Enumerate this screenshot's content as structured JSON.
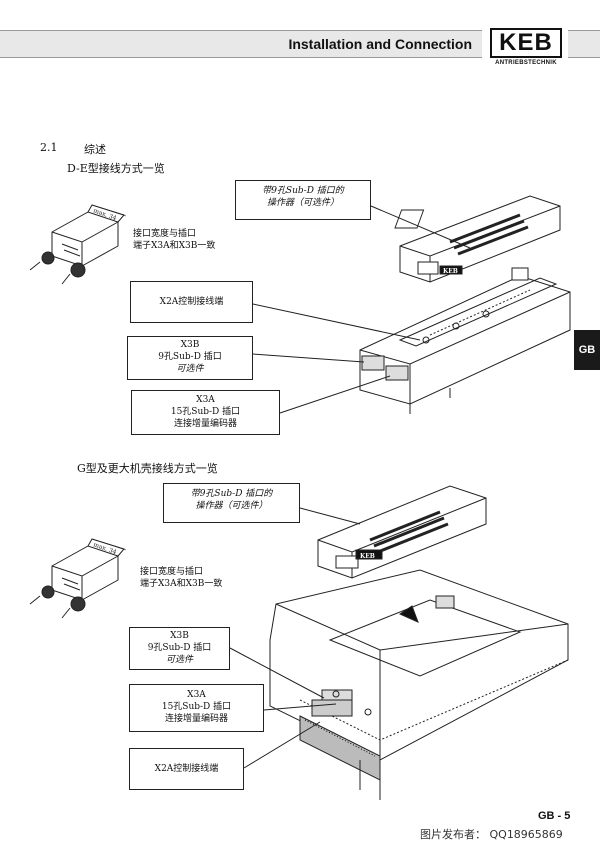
{
  "header": {
    "title": "Installation and Connection",
    "logo_text": "KEB",
    "logo_sub": "ANTRIEBSTECHNIK"
  },
  "side_tab": "GB",
  "section": {
    "number": "2.1",
    "title": "综述"
  },
  "part1": {
    "heading": "D-E型接线方式一览",
    "connector_dim": "max. 34",
    "connector_note": [
      "接口宽度与插口",
      "端子X3A和X3B一致"
    ],
    "operator_box": [
      "带9孔Sub-D 插口的",
      "操作器（可选件）"
    ],
    "operator_label": "KEB",
    "x2a_box": [
      "X2A控制接线端"
    ],
    "x3b_box": [
      "X3B",
      "9孔Sub-D 插口",
      "可选件"
    ],
    "x3a_box": [
      "X3A",
      "15孔Sub-D 插口",
      "连接增量编码器"
    ]
  },
  "part2": {
    "heading": "G型及更大机壳接线方式一览",
    "connector_dim": "max. 34",
    "connector_note": [
      "接口宽度与插口",
      "端子X3A和X3B一致"
    ],
    "operator_box": [
      "带9孔Sub-D 插口的",
      "操作器（可选件）"
    ],
    "operator_label": "KEB",
    "x3b_box": [
      "X3B",
      "9孔Sub-D 插口",
      "可选件"
    ],
    "x3a_box": [
      "X3A",
      "15孔Sub-D 插口",
      "连接增量编码器"
    ],
    "x2a_box": [
      "X2A控制接线端"
    ]
  },
  "footer": {
    "page": "GB - 5",
    "watermark": "图片发布者： QQ18965869"
  }
}
